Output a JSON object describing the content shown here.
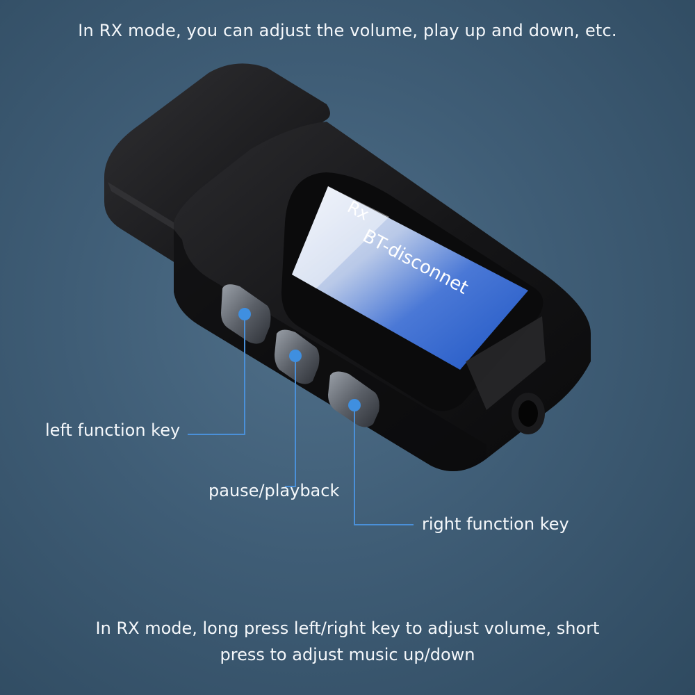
{
  "captions": {
    "top": "In RX mode, you can adjust the volume, play up and down, etc.",
    "bottom": "In RX mode, long press left/right key to adjust volume, short press to adjust music up/down"
  },
  "device": {
    "screen_mode": "Rx",
    "screen_status": "BT-disconnet"
  },
  "callouts": {
    "left": "left function key",
    "middle": "pause/playback",
    "right": "right function key"
  },
  "colors": {
    "background": "#3f5d76",
    "callout_line": "#4a90d9",
    "callout_dot": "#3f8fe0",
    "screen": "#2f6fd6"
  }
}
